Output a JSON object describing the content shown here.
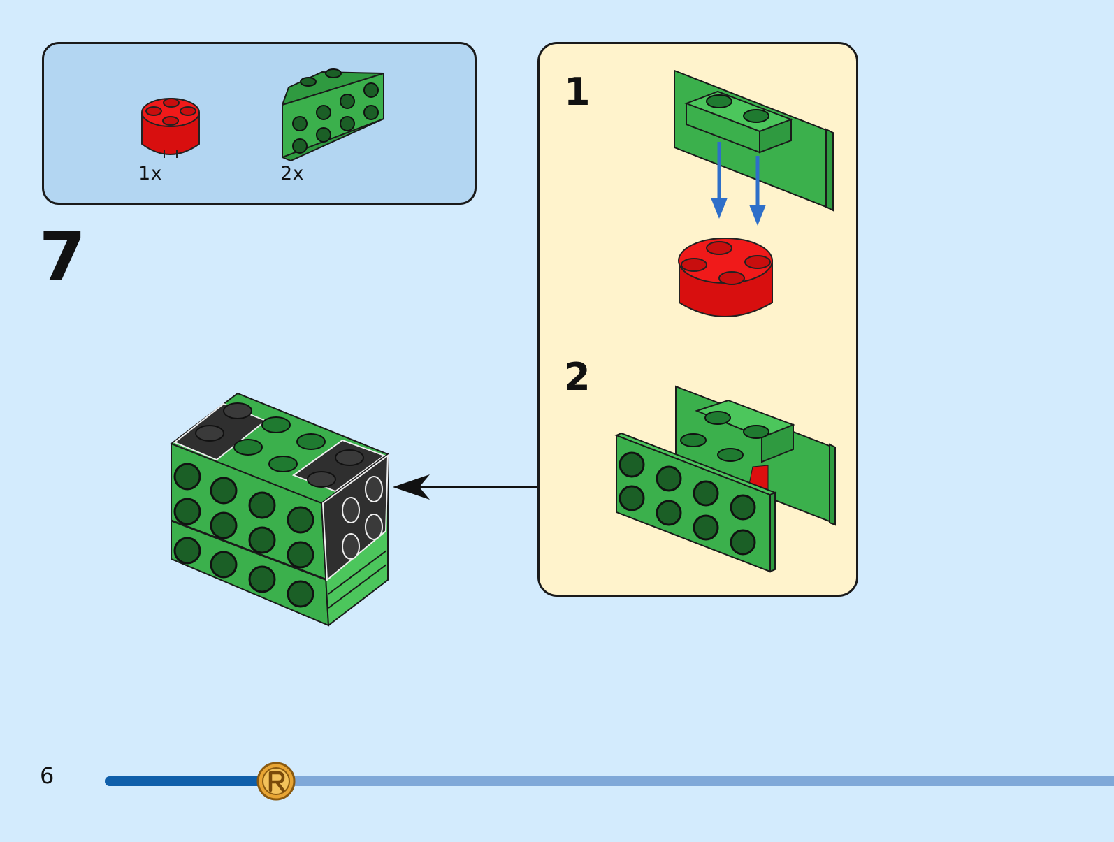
{
  "parts": [
    {
      "quantity": "1x",
      "part": "red-round-brick-2x2",
      "color": "#dd0f0f"
    },
    {
      "quantity": "2x",
      "part": "green-bracket-1x2-2x4",
      "color": "#3bb04c"
    }
  ],
  "step": {
    "number": "7"
  },
  "sub_assembly": {
    "steps": [
      {
        "number": "1"
      },
      {
        "number": "2"
      }
    ]
  },
  "progress": {
    "page_number": "6",
    "fraction": 0.17,
    "badge_icon": "ninjago-r-icon"
  },
  "colors": {
    "background": "#d3ebfd",
    "parts_box": "#b3d6f2",
    "sub_box": "#fff3cc",
    "green": "#3bb04c",
    "dark_green": "#1f7a30",
    "red": "#dd0f0f",
    "dark_gray": "#3a3a3a",
    "arrow_blue": "#2e6fc9",
    "progress_fill": "#0f5faa",
    "progress_track": "#7fa8d8",
    "badge": "#e8a534"
  }
}
